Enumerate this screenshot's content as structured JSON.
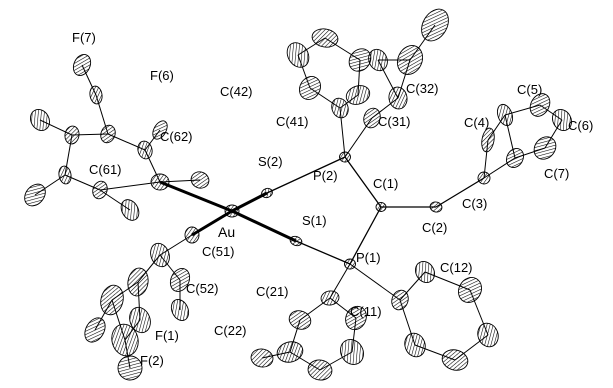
{
  "labels": {
    "F7": "F(7)",
    "F6": "F(6)",
    "C62": "C(62)",
    "C61": "C(61)",
    "S2": "S(2)",
    "Au": "Au",
    "C51": "C(51)",
    "S1": "S(1)",
    "C52": "C(52)",
    "F1": "F(1)",
    "F2": "F(2)",
    "C42": "C(42)",
    "C41": "C(41)",
    "C31": "C(31)",
    "C32": "C(32)",
    "P2": "P(2)",
    "C1": "C(1)",
    "P1": "P(1)",
    "C2": "C(2)",
    "C3": "C(3)",
    "C4": "C(4)",
    "C5": "C(5)",
    "C6": "C(6)",
    "C7": "C(7)",
    "C12": "C(12)",
    "C11": "C(11)",
    "C21": "C(21)",
    "C22": "C(22)"
  }
}
